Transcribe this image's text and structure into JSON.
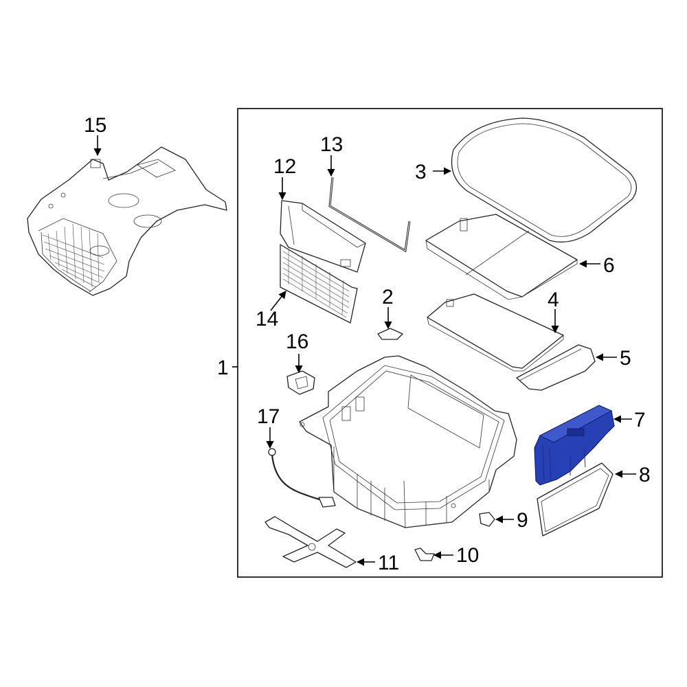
{
  "colors": {
    "highlight": "#2741b5",
    "line": "#000000",
    "background": "#ffffff"
  },
  "callouts": {
    "c1": "1",
    "c2": "2",
    "c3": "3",
    "c4": "4",
    "c5": "5",
    "c6": "6",
    "c7": "7",
    "c8": "8",
    "c9": "9",
    "c10": "10",
    "c11": "11",
    "c12": "12",
    "c13": "13",
    "c14": "14",
    "c15": "15",
    "c16": "16",
    "c17": "17"
  }
}
